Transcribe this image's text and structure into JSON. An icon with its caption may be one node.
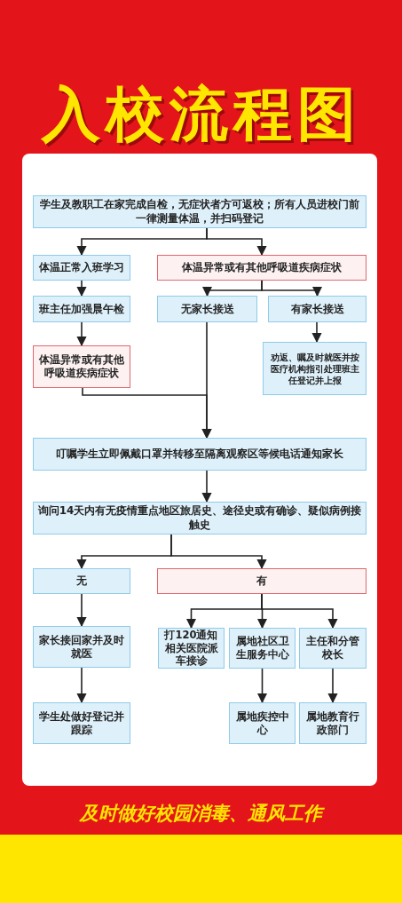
{
  "diagram": {
    "title": "入校流程图",
    "nodes": [
      {
        "text": [
          "学生及教职工在家完成自检，无症状者方可返校；所有人员进校门前一律测量体温，并扫码登记"
        ]
      },
      {
        "text": [
          "体温正常入班学习"
        ]
      },
      {
        "text": [
          "体温异常或有其他呼吸道疾病症状"
        ]
      },
      {
        "text": [
          "班主任加强晨午检"
        ]
      },
      {
        "text": [
          "无家长接送"
        ]
      },
      {
        "text": [
          "有家长接送"
        ]
      },
      {
        "text": [
          "体温异常或有其他呼吸道疾病症状"
        ]
      },
      {
        "text": [
          "劝返、嘱及时就医并按医疗机构指引处理班主任登记并上报"
        ]
      },
      {
        "text": [
          "叮嘱学生立即佩戴口罩并转移至隔离观察区等候电话通知家长"
        ]
      },
      {
        "text": [
          "询问14天内有无疫情重点地区旅居史、途径史或有确诊、疑似病例接触史"
        ]
      },
      {
        "text": [
          "无"
        ]
      },
      {
        "text": [
          "有"
        ]
      },
      {
        "text": [
          "家长接回家并及时就医"
        ]
      },
      {
        "text": [
          "打120通知相关医院派车接诊"
        ]
      },
      {
        "text": [
          "属地社区卫生服务中心"
        ]
      },
      {
        "text": [
          "主任和分管校长"
        ]
      },
      {
        "text": [
          "学生处做好登记并跟踪"
        ]
      },
      {
        "text": [
          "属地疾控中心"
        ]
      },
      {
        "text": [
          "属地教育行政部门"
        ]
      }
    ],
    "edges": [
      {
        "from": 0,
        "to": 1,
        "arrow": "to"
      },
      {
        "from": 0,
        "to": 2,
        "arrow": "to"
      },
      {
        "from": 1,
        "to": 3,
        "arrow": "to"
      },
      {
        "from": 2,
        "to": 4,
        "arrow": "to"
      },
      {
        "from": 2,
        "to": 5,
        "arrow": "to"
      },
      {
        "from": 3,
        "to": 6,
        "arrow": "to"
      },
      {
        "from": 5,
        "to": 7,
        "arrow": "to"
      },
      {
        "from": 6,
        "to": 8,
        "arrow": "to"
      },
      {
        "from": 4,
        "to": 8,
        "arrow": "to"
      },
      {
        "from": 8,
        "to": 9,
        "arrow": "to"
      },
      {
        "from": 9,
        "to": 10,
        "arrow": "to"
      },
      {
        "from": 9,
        "to": 11,
        "arrow": "to"
      },
      {
        "from": 10,
        "to": 12,
        "arrow": "to"
      },
      {
        "from": 11,
        "to": 13,
        "arrow": "to"
      },
      {
        "from": 11,
        "to": 14,
        "arrow": "to"
      },
      {
        "from": 11,
        "to": 15,
        "arrow": "to"
      },
      {
        "from": 12,
        "to": 16,
        "arrow": "to"
      },
      {
        "from": 14,
        "to": 17,
        "arrow": "to"
      },
      {
        "from": 15,
        "to": 18,
        "arrow": "to"
      }
    ],
    "labels": [
      "及时做好校园消毒、通风工作"
    ]
  }
}
